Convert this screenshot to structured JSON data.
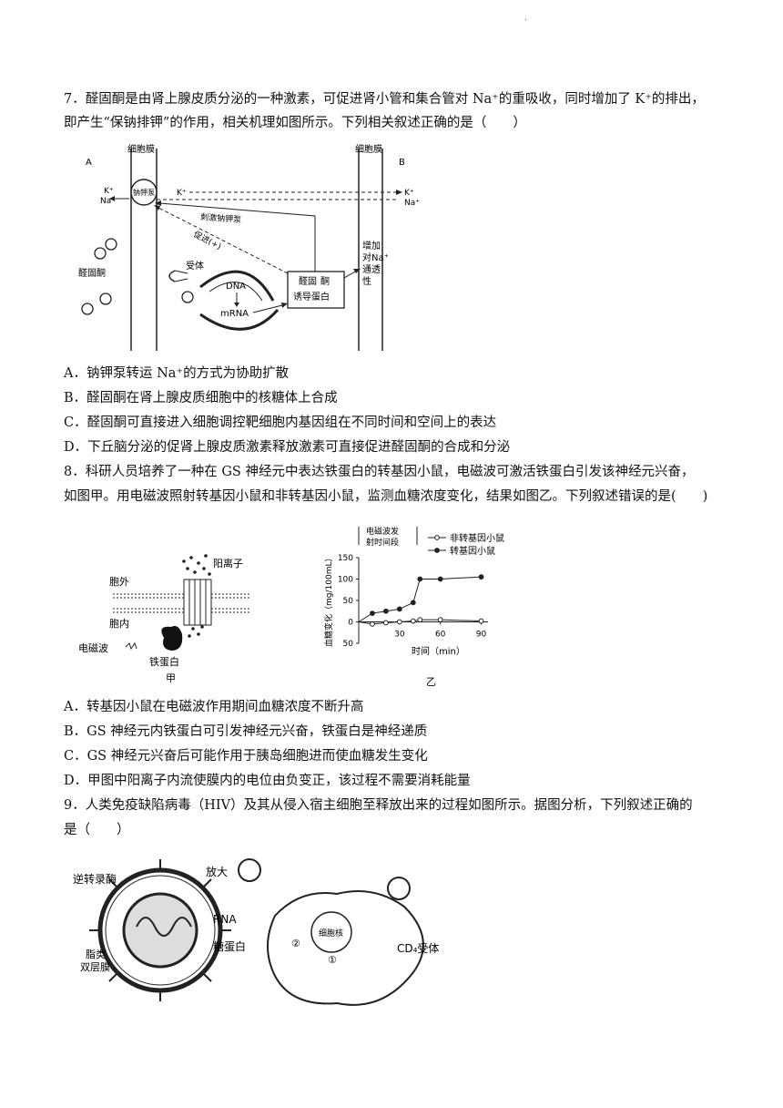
{
  "header_mark": ".",
  "q7": {
    "line1": "7．醛固酮是由肾上腺皮质分泌的一种激素，可促进肾小管和集合管对 Na⁺的重吸收，同时增加了 K⁺的排出，",
    "line2": "即产生“保钠排钾”的作用，相关机理如图所示。下列相关叙述正确的是（　　）",
    "fig": {
      "left_membrane": "细胞膜",
      "right_membrane": "细胞膜",
      "side_a": "A",
      "side_b": "B",
      "k_left": "K⁺",
      "na_left": "Na⁺",
      "pump": "钠钾泵",
      "k_mid": "K⁺",
      "k_right": "K⁺",
      "na_right": "Na⁺",
      "stimulate": "刺激钠钾泵",
      "promote": "促进(+)",
      "aldosterone": "醛固酮",
      "receptor": "受体",
      "dna": "DNA",
      "mrna": "mRNA",
      "induced_protein_1": "醛固",
      "induced_protein_2": "酮",
      "induced_protein_3": "诱导蛋白",
      "perm_1": "增加",
      "perm_2": "对Na⁺",
      "perm_3": "通透",
      "perm_4": "性"
    },
    "options": [
      "A．钠钾泵转运 Na⁺的方式为协助扩散",
      "B．醛固酮在肾上腺皮质细胞中的核糖体上合成",
      "C．醛固酮可直接进入细胞调控靶细胞内基因组在不同时间和空间上的表达",
      "D．下丘脑分泌的促肾上腺皮质激素释放激素可直接促进醛固酮的合成和分泌"
    ]
  },
  "q8": {
    "line1": "8．科研人员培养了一种在 GS 神经元中表达铁蛋白的转基因小鼠，电磁波可激活铁蛋白引发该神经元兴奋，",
    "line2": "如图甲。用电磁波照射转基因小鼠和非转基因小鼠，监测血糖浓度变化，结果如图乙。下列叙述错误的是(　　)",
    "fig_jia": {
      "outside": "胞外",
      "inside": "胞内",
      "cation": "阳离子",
      "em_wave": "电磁波",
      "ferritin": "铁蛋白",
      "caption": "甲"
    },
    "fig_yi": {
      "caption": "乙",
      "em_period_1": "电磁波发",
      "em_period_2": "射时间段",
      "ylabel": "血糖变化（mg/100mL）",
      "xlabel": "时间（min）",
      "yticks": [
        "150",
        "100",
        "50",
        "0",
        "50"
      ],
      "xticks": [
        "30",
        "60",
        "90"
      ]
    },
    "options": [
      "A．转基因小鼠在电磁波作用期间血糖浓度不断升高",
      "B．GS 神经元内铁蛋白可引发神经元兴奋，铁蛋白是神经递质",
      "C．GS 神经元兴奋后可能作用于胰岛细胞进而使血糖发生变化",
      "D．甲图中阳离子内流使膜内的电位由负变正，该过程不需要消耗能量"
    ]
  },
  "chart_data": {
    "type": "line",
    "title": "",
    "xlabel": "时间（min）",
    "ylabel": "血糖变化（mg/100mL）",
    "xlim": [
      0,
      95
    ],
    "ylim": [
      -50,
      150
    ],
    "series": [
      {
        "name": "非转基因小鼠",
        "marker": "open-circle",
        "x": [
          0,
          10,
          20,
          30,
          40,
          45,
          60,
          90
        ],
        "y": [
          0,
          -5,
          -2,
          0,
          2,
          5,
          5,
          2
        ]
      },
      {
        "name": "转基因小鼠",
        "marker": "filled-circle",
        "x": [
          0,
          10,
          20,
          30,
          40,
          45,
          60,
          90
        ],
        "y": [
          0,
          20,
          25,
          30,
          45,
          100,
          100,
          105
        ]
      }
    ]
  },
  "q9": {
    "line1": "9．人类免疫缺陷病毒（HIV）及其从侵入宿主细胞至释放出来的过程如图所示。据图分析，下列叙述正确的",
    "line2": "是（　　）",
    "fig": {
      "reverse_transcriptase": "逆转录酶",
      "rna": "RNA",
      "glycoprotein": "糖蛋白",
      "lipid_1": "脂类",
      "lipid_2": "双层膜",
      "magnify": "放大",
      "nucleus": "细胞核",
      "step1": "①",
      "step2": "②",
      "cd4": "CD₄受体"
    }
  }
}
